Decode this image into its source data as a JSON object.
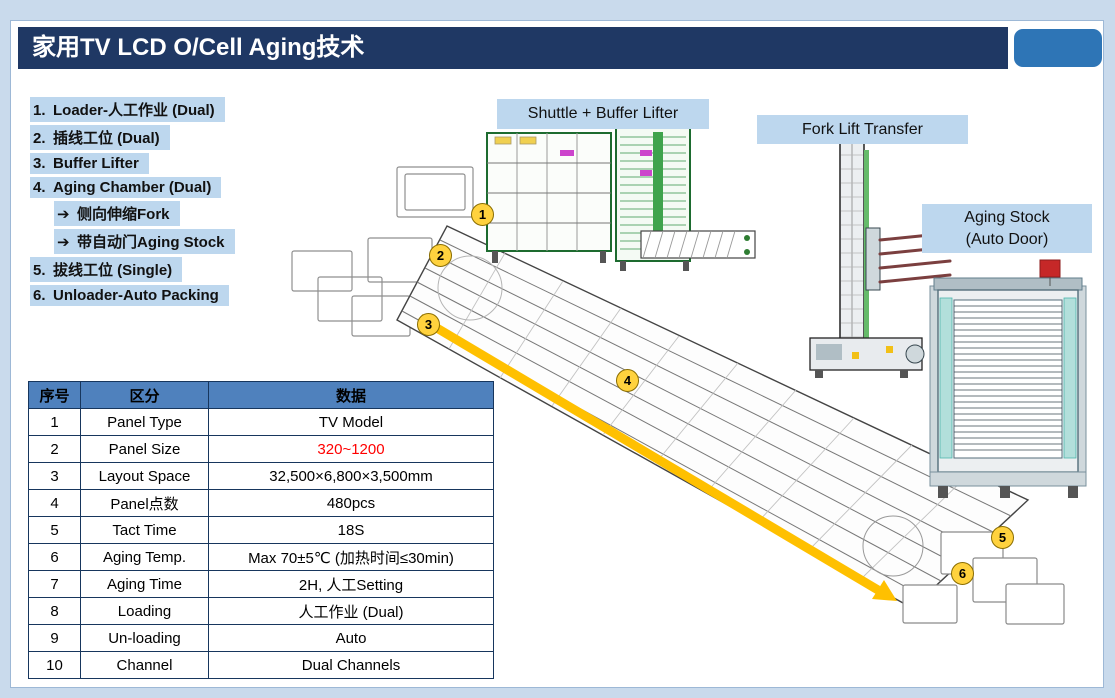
{
  "header": {
    "title": "家用TV LCD O/Cell Aging技术"
  },
  "legend": {
    "items": [
      {
        "m": "1.",
        "t": "Loader-人工作业 (Dual)"
      },
      {
        "m": "2.",
        "t": "插线工位 (Dual)"
      },
      {
        "m": "3.",
        "t": "Buffer Lifter"
      },
      {
        "m": "4.",
        "t": "Aging Chamber (Dual)"
      },
      {
        "m": "➔",
        "t": "侧向伸缩Fork"
      },
      {
        "m": "➔",
        "t": "带自动门Aging Stock"
      },
      {
        "m": "5.",
        "t": "拔线工位 (Single)"
      },
      {
        "m": "6.",
        "t": "Unloader-Auto Packing"
      }
    ]
  },
  "callouts": {
    "shuttle": "Shuttle + Buffer Lifter",
    "fork_lift": "Fork Lift Transfer",
    "aging_stock_title": "Aging Stock",
    "aging_stock_sub": "(Auto Door)"
  },
  "markers": [
    "1",
    "2",
    "3",
    "4",
    "5",
    "6"
  ],
  "table": {
    "headers": [
      "序号",
      "区分",
      "数据"
    ],
    "rows": [
      [
        "1",
        "Panel Type",
        "TV Model"
      ],
      [
        "2",
        "Panel Size",
        "320~1200"
      ],
      [
        "3",
        "Layout Space",
        "32,500×6,800×3,500mm"
      ],
      [
        "4",
        "Panel点数",
        "480pcs"
      ],
      [
        "5",
        "Tact Time",
        "18S"
      ],
      [
        "6",
        "Aging Temp.",
        "Max 70±5℃ (加热时间≤30min)"
      ],
      [
        "7",
        "Aging Time",
        "2H, 人工Setting"
      ],
      [
        "8",
        "Loading",
        "人工作业 (Dual)"
      ],
      [
        "9",
        "Un-loading",
        "Auto"
      ],
      [
        "10",
        "Channel",
        "Dual Channels"
      ]
    ]
  },
  "colors": {
    "title_bar": "#1F3864",
    "accent_pill": "#2E75B6",
    "highlight": "#BDD7EE",
    "table_header": "#4F81BD",
    "flow_arrow": "#FFC000",
    "step_marker": "#FFD23E",
    "panel_size_value": "#FF0000"
  }
}
